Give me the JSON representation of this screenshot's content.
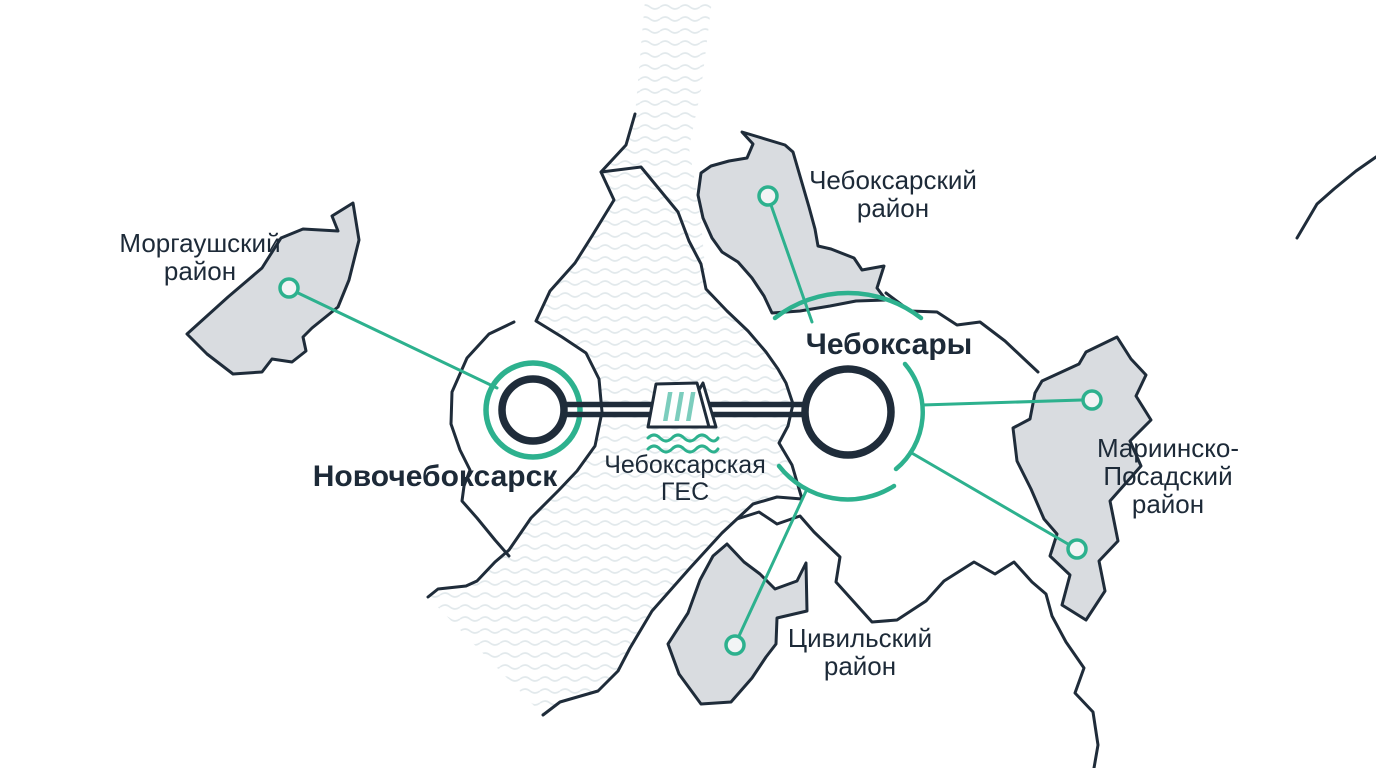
{
  "diagram": {
    "type": "stylized-map-infographic",
    "region": "Cheboksary agglomeration"
  },
  "colors": {
    "accent_teal": "#2db18e",
    "ink_navy": "#1f2c3a",
    "district_fill": "#d9dce0",
    "water_wave": "#e2e9ec",
    "dam_gate_teal": "#7ccdbd"
  },
  "cities": {
    "novocheboksarsk": {
      "label": "Новочебоксарск"
    },
    "cheboksary": {
      "label": "Чебоксары"
    }
  },
  "hydro_station": {
    "line1": "Чебоксарская",
    "line2": "ГЕС"
  },
  "districts": {
    "morgaushsky": {
      "line1": "Моргаушский",
      "line2": "район"
    },
    "cheboksarsky": {
      "line1": "Чебоксарский",
      "line2": "район"
    },
    "mariinsko_posadsky": {
      "line1": "Мариинско-",
      "line2": "Посадский",
      "line3": "район"
    },
    "tsivilsky": {
      "line1": "Цивильский",
      "line2": "район"
    }
  },
  "icons": {
    "dam": "dam-icon",
    "water_waves": "water-waves-icon"
  }
}
